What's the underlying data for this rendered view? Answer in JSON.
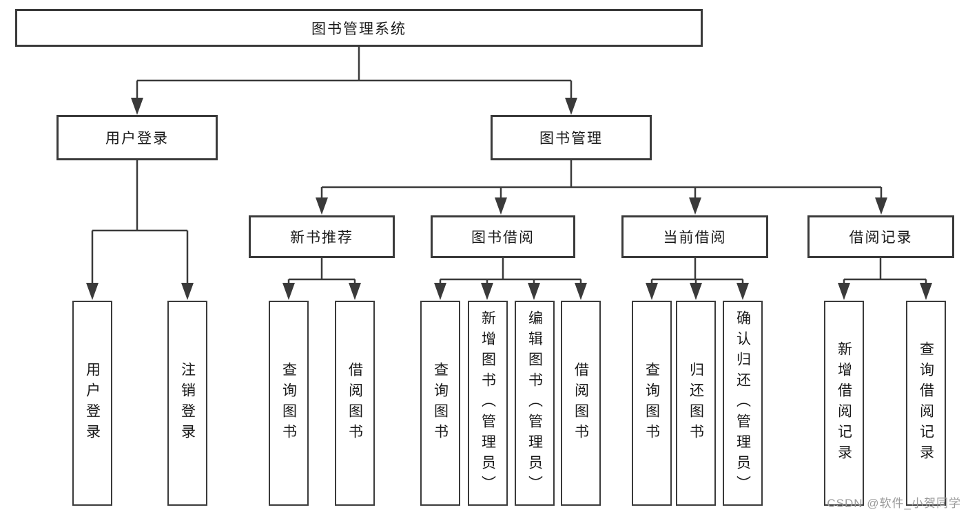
{
  "diagram": {
    "tree": {
      "root": {
        "label": "图书管理系统"
      },
      "level2": [
        {
          "label": "用户登录"
        },
        {
          "label": "图书管理"
        }
      ],
      "level3": [
        {
          "label": "新书推荐"
        },
        {
          "label": "图书借阅"
        },
        {
          "label": "当前借阅"
        },
        {
          "label": "借阅记录"
        }
      ],
      "leaves": {
        "user_login": [
          "用户登录",
          "注销登录"
        ],
        "new_book": [
          "查询图书",
          "借阅图书"
        ],
        "book_borrow": [
          "查询图书",
          "新增图书（管理员）",
          "编辑图书（管理员）",
          "借阅图书"
        ],
        "current_borrow": [
          "查询图书",
          "归还图书",
          "确认归还（管理员）"
        ],
        "borrow_record": [
          "新增借阅记录",
          "查询借阅记录"
        ]
      }
    },
    "colors": {
      "line": "#3a3a3a",
      "text": "#1a1a1a",
      "watermark": "#9b9b9b",
      "background": "#ffffff"
    }
  },
  "watermark": {
    "text": "CSDN @软件_小贺同学"
  }
}
